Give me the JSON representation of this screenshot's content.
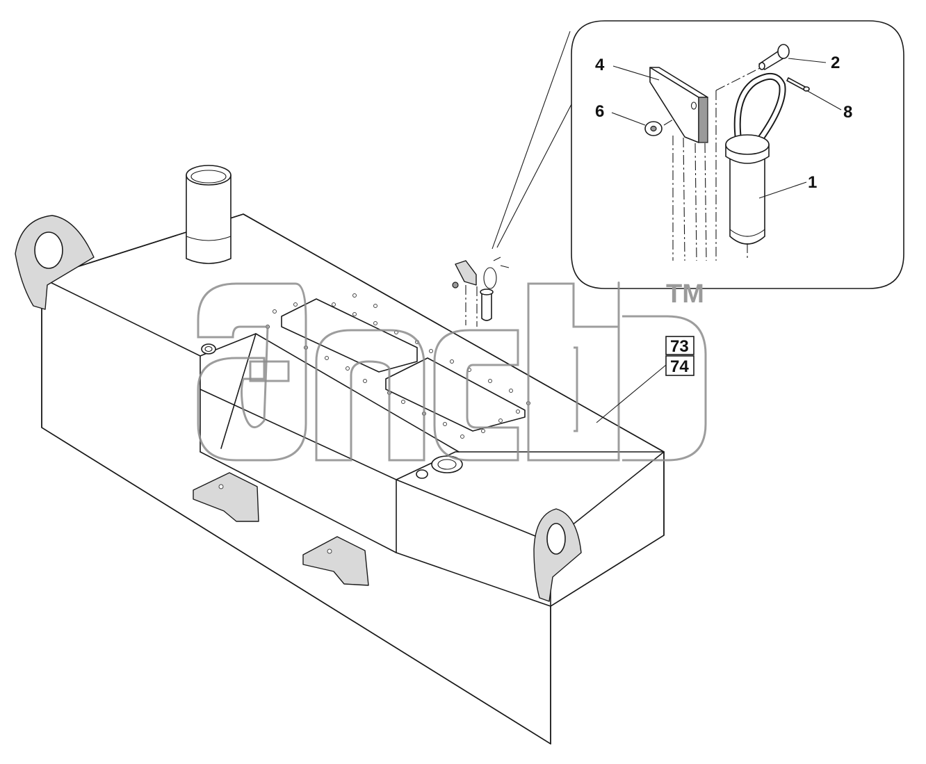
{
  "callouts": {
    "c1": "1",
    "c2": "2",
    "c4": "4",
    "c6": "6",
    "c8": "8"
  },
  "reference_box": {
    "top": "73",
    "bottom": "74"
  },
  "watermark": {
    "trademark": "TM"
  },
  "corner_mark": "",
  "icons": {
    "tank": "fuel-tank-drawing",
    "pin": "lock-pin-with-ring",
    "bracket": "angle-bracket",
    "washer": "washer",
    "clevis": "clevis-pin",
    "cotter": "cotter-pin"
  }
}
